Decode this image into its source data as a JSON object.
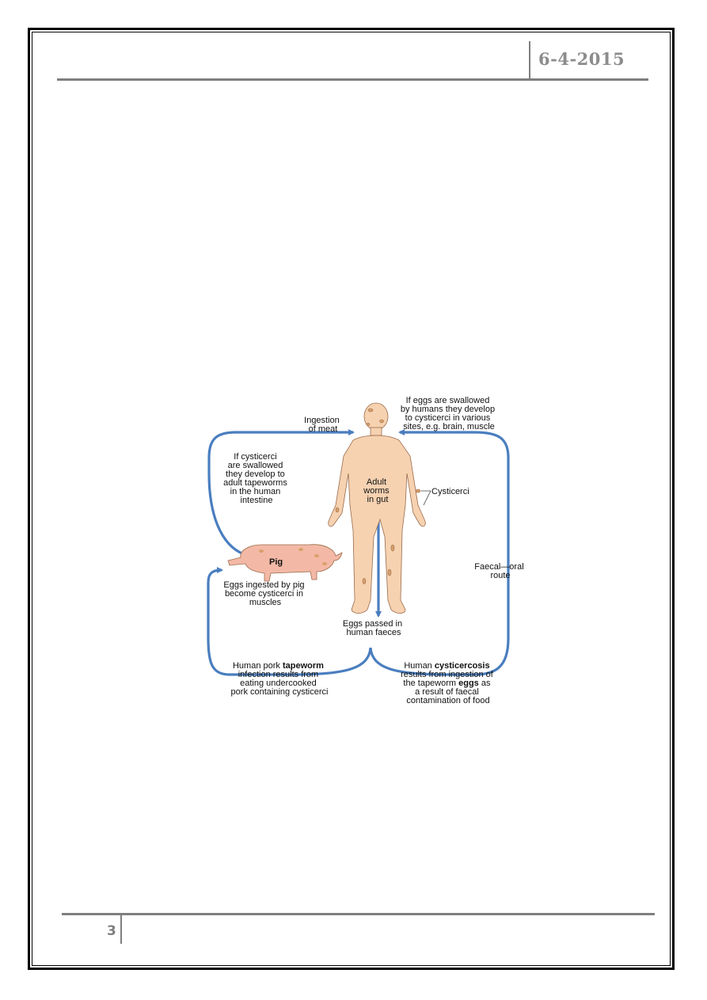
{
  "header": {
    "date": "6-4-2015"
  },
  "footer": {
    "page_number": "3"
  },
  "figure": {
    "top_right_note": [
      "If eggs are swallowed",
      "by humans they develop",
      "to cysticerci in various",
      "sites, e.g. brain, muscle"
    ],
    "ingestion_label": [
      "Ingestion",
      "of meat"
    ],
    "left_note": [
      "If cysticerci",
      "are swallowed",
      "they develop to",
      "adult tapeworms",
      "in the human",
      "intestine"
    ],
    "gut_label": [
      "Adult",
      "worms",
      "in gut"
    ],
    "cysticerci_label": "Cysticerci",
    "pig_label": "Pig",
    "pig_note": [
      "Eggs ingested by pig",
      "become cysticerci in",
      "muscles"
    ],
    "faecal_oral_label": [
      "Faecal—oral",
      "route"
    ],
    "eggs_passed_label": [
      "Eggs passed in",
      "human faeces"
    ],
    "tapeworm_note": {
      "line1_prefix": "Human pork ",
      "line1_bold": "tapeworm",
      "lines": [
        "infection results from",
        "eating undercooked",
        "pork containing cysticerci"
      ]
    },
    "cysticercosis_note": {
      "line1_prefix": "Human ",
      "line1_bold": "cysticercosis",
      "line2": "results from ingestion of",
      "line3_prefix": "the tapeworm ",
      "line3_bold": "eggs",
      "line3_suffix": " as",
      "line4": "a result of faecal",
      "line5": "contamination of food"
    },
    "colors": {
      "arrow": "#4a7ebf",
      "skin": "#f6d2b1",
      "skin_outline": "#9a6a4a",
      "pig": "#f3b9a6",
      "cyst": "#d9a06a"
    }
  }
}
